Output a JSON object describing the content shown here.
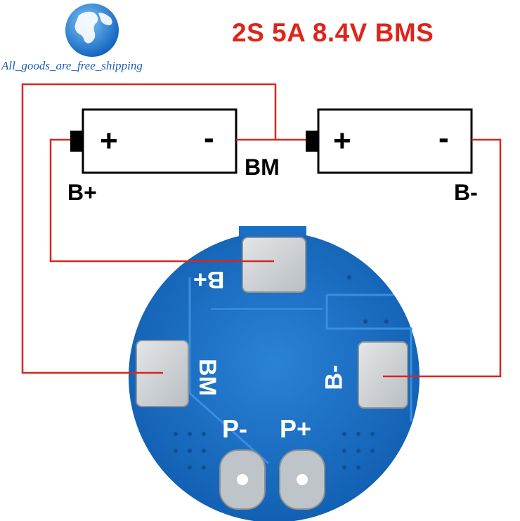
{
  "header": {
    "title": "2S 5A 8.4V BMS",
    "store_text": "All_goods_are_free_shipping"
  },
  "batteries": [
    {
      "plus": "+",
      "minus": "-"
    },
    {
      "plus": "+",
      "minus": "-"
    }
  ],
  "terminals": {
    "b_plus": "B+",
    "bm": "BM",
    "b_minus": "B-"
  },
  "board": {
    "pad_b_plus": "B+",
    "pad_bm": "BM",
    "pad_b_minus": "B-",
    "p_minus": "P-",
    "p_plus": "P+"
  },
  "colors": {
    "wire": "#d8261f",
    "board": "#1a6fc4",
    "pad": "#cfd3d6",
    "title": "#e0241b"
  }
}
